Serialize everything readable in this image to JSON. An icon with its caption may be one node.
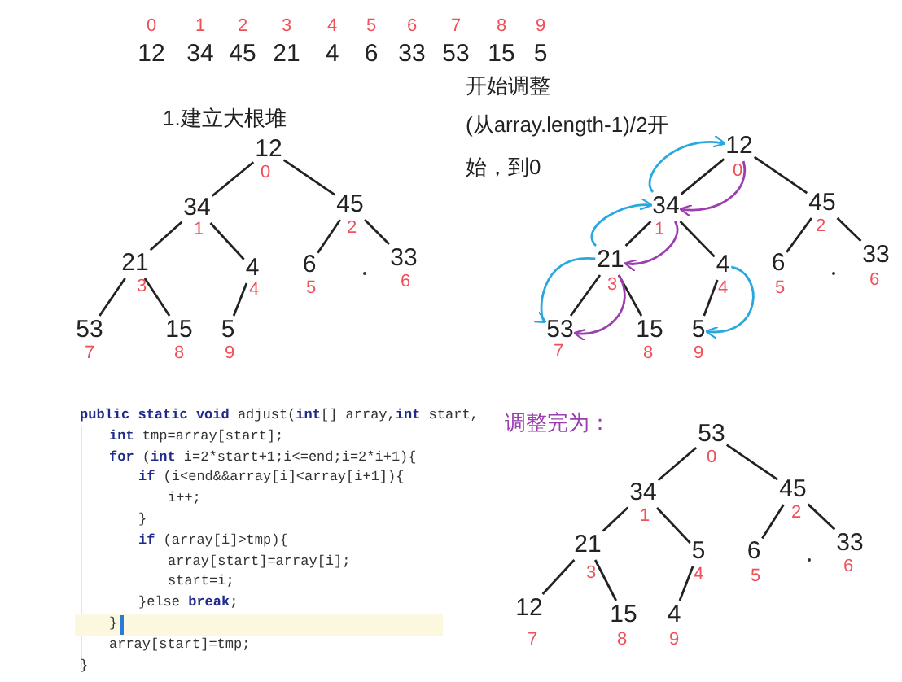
{
  "diagram": {
    "nodes": [
      {
        "text": [
          "12"
        ],
        "beside": [
          "0"
        ]
      },
      {
        "text": [
          "34"
        ],
        "beside": [
          "1"
        ]
      },
      {
        "text": [
          "45"
        ],
        "beside": [
          "2"
        ]
      },
      {
        "text": [
          "21"
        ],
        "beside": [
          "3"
        ]
      },
      {
        "text": [
          "4"
        ],
        "beside": [
          "4"
        ]
      },
      {
        "text": [
          "6"
        ],
        "beside": [
          "5"
        ]
      },
      {
        "text": [
          "33"
        ],
        "beside": [
          "6"
        ]
      },
      {
        "text": [
          "53"
        ],
        "beside": [
          "7"
        ]
      },
      {
        "text": [
          "15"
        ],
        "beside": [
          "8"
        ]
      },
      {
        "text": [
          "5"
        ],
        "beside": [
          "9"
        ]
      },
      {
        "text": [
          "12"
        ],
        "beside": [
          "0"
        ]
      },
      {
        "text": [
          "34"
        ],
        "beside": [
          "1"
        ]
      },
      {
        "text": [
          "45"
        ],
        "beside": [
          "2"
        ]
      },
      {
        "text": [
          "21"
        ],
        "beside": [
          "3"
        ]
      },
      {
        "text": [
          "4"
        ],
        "beside": [
          "4"
        ]
      },
      {
        "text": [
          "6"
        ],
        "beside": [
          "5"
        ]
      },
      {
        "text": [
          "33"
        ],
        "beside": [
          "6"
        ]
      },
      {
        "text": [
          "53"
        ],
        "beside": [
          "7"
        ]
      },
      {
        "text": [
          "15"
        ],
        "beside": [
          "8"
        ]
      },
      {
        "text": [
          "5"
        ],
        "beside": [
          "9"
        ]
      },
      {
        "text": [
          "53"
        ],
        "beside": [
          "0"
        ]
      },
      {
        "text": [
          "34"
        ],
        "beside": [
          "1"
        ]
      },
      {
        "text": [
          "45"
        ],
        "beside": [
          "2"
        ]
      },
      {
        "text": [
          "21"
        ],
        "beside": [
          "3"
        ]
      },
      {
        "text": [
          "5"
        ],
        "beside": [
          "4"
        ]
      },
      {
        "text": [
          "6"
        ],
        "beside": [
          "5"
        ]
      },
      {
        "text": [
          "33"
        ],
        "beside": [
          "6"
        ]
      },
      {
        "text": [
          "12"
        ],
        "beside": [
          "7"
        ]
      },
      {
        "text": [
          "15"
        ],
        "beside": [
          "8"
        ]
      },
      {
        "text": [
          "4"
        ],
        "beside": [
          "9"
        ]
      }
    ],
    "edges": [
      {
        "from": 0,
        "to": 1,
        "arrow": "none"
      },
      {
        "from": 0,
        "to": 2,
        "arrow": "none"
      },
      {
        "from": 1,
        "to": 3,
        "arrow": "none"
      },
      {
        "from": 1,
        "to": 4,
        "arrow": "none"
      },
      {
        "from": 2,
        "to": 5,
        "arrow": "none"
      },
      {
        "from": 2,
        "to": 6,
        "arrow": "none"
      },
      {
        "from": 3,
        "to": 7,
        "arrow": "none"
      },
      {
        "from": 3,
        "to": 8,
        "arrow": "none"
      },
      {
        "from": 4,
        "to": 9,
        "arrow": "none"
      },
      {
        "from": 10,
        "to": 11,
        "arrow": "none"
      },
      {
        "from": 10,
        "to": 12,
        "arrow": "none"
      },
      {
        "from": 11,
        "to": 13,
        "arrow": "none"
      },
      {
        "from": 11,
        "to": 14,
        "arrow": "none"
      },
      {
        "from": 12,
        "to": 15,
        "arrow": "none"
      },
      {
        "from": 12,
        "to": 16,
        "arrow": "none"
      },
      {
        "from": 13,
        "to": 17,
        "arrow": "none"
      },
      {
        "from": 13,
        "to": 18,
        "arrow": "none"
      },
      {
        "from": 14,
        "to": 19,
        "arrow": "none"
      },
      {
        "from": 20,
        "to": 21,
        "arrow": "none"
      },
      {
        "from": 20,
        "to": 22,
        "arrow": "none"
      },
      {
        "from": 21,
        "to": 23,
        "arrow": "none"
      },
      {
        "from": 21,
        "to": 24,
        "arrow": "none"
      },
      {
        "from": 22,
        "to": 25,
        "arrow": "none"
      },
      {
        "from": 22,
        "to": 26,
        "arrow": "none"
      },
      {
        "from": 23,
        "to": 27,
        "arrow": "none"
      },
      {
        "from": 23,
        "to": 28,
        "arrow": "none"
      },
      {
        "from": 24,
        "to": 29,
        "arrow": "none"
      },
      {
        "from": 11,
        "to": 10,
        "arrow": "to",
        "color": "#29a8e0"
      },
      {
        "from": 13,
        "to": 11,
        "arrow": "to",
        "color": "#29a8e0"
      },
      {
        "from": 13,
        "to": 17,
        "arrow": "to",
        "color": "#29a8e0"
      },
      {
        "from": 14,
        "to": 19,
        "arrow": "to",
        "color": "#29a8e0"
      },
      {
        "from": 10,
        "to": 11,
        "arrow": "to",
        "color": "#9b3fb0"
      },
      {
        "from": 11,
        "to": 13,
        "arrow": "to",
        "color": "#9b3fb0"
      },
      {
        "from": 13,
        "to": 17,
        "arrow": "to",
        "color": "#9b3fb0"
      }
    ],
    "labels": [
      "0",
      "1",
      "2",
      "3",
      "4",
      "5",
      "6",
      "7",
      "8",
      "9",
      "12",
      "34",
      "45",
      "21",
      "4",
      "6",
      "33",
      "53",
      "15",
      "5",
      "开始调整",
      "1.建立大根堆",
      "(从array.length-1)/2开始，到0",
      "**public** **static** **void** adjust(**int**[] array,**int** start,",
      "**int** tmp=array[start];",
      "**for** (**int** i=2*start+1;i<=end;i=2*i+1){",
      "**if** (i<end&&array[i]<array[i+1]){",
      "i++;",
      "}",
      "**if** (array[i]>tmp){",
      "array[start]=array[i];",
      "start=i;",
      "}else **break**;",
      "}",
      "array[start]=tmp;",
      "}",
      "调整完为："
    ]
  }
}
